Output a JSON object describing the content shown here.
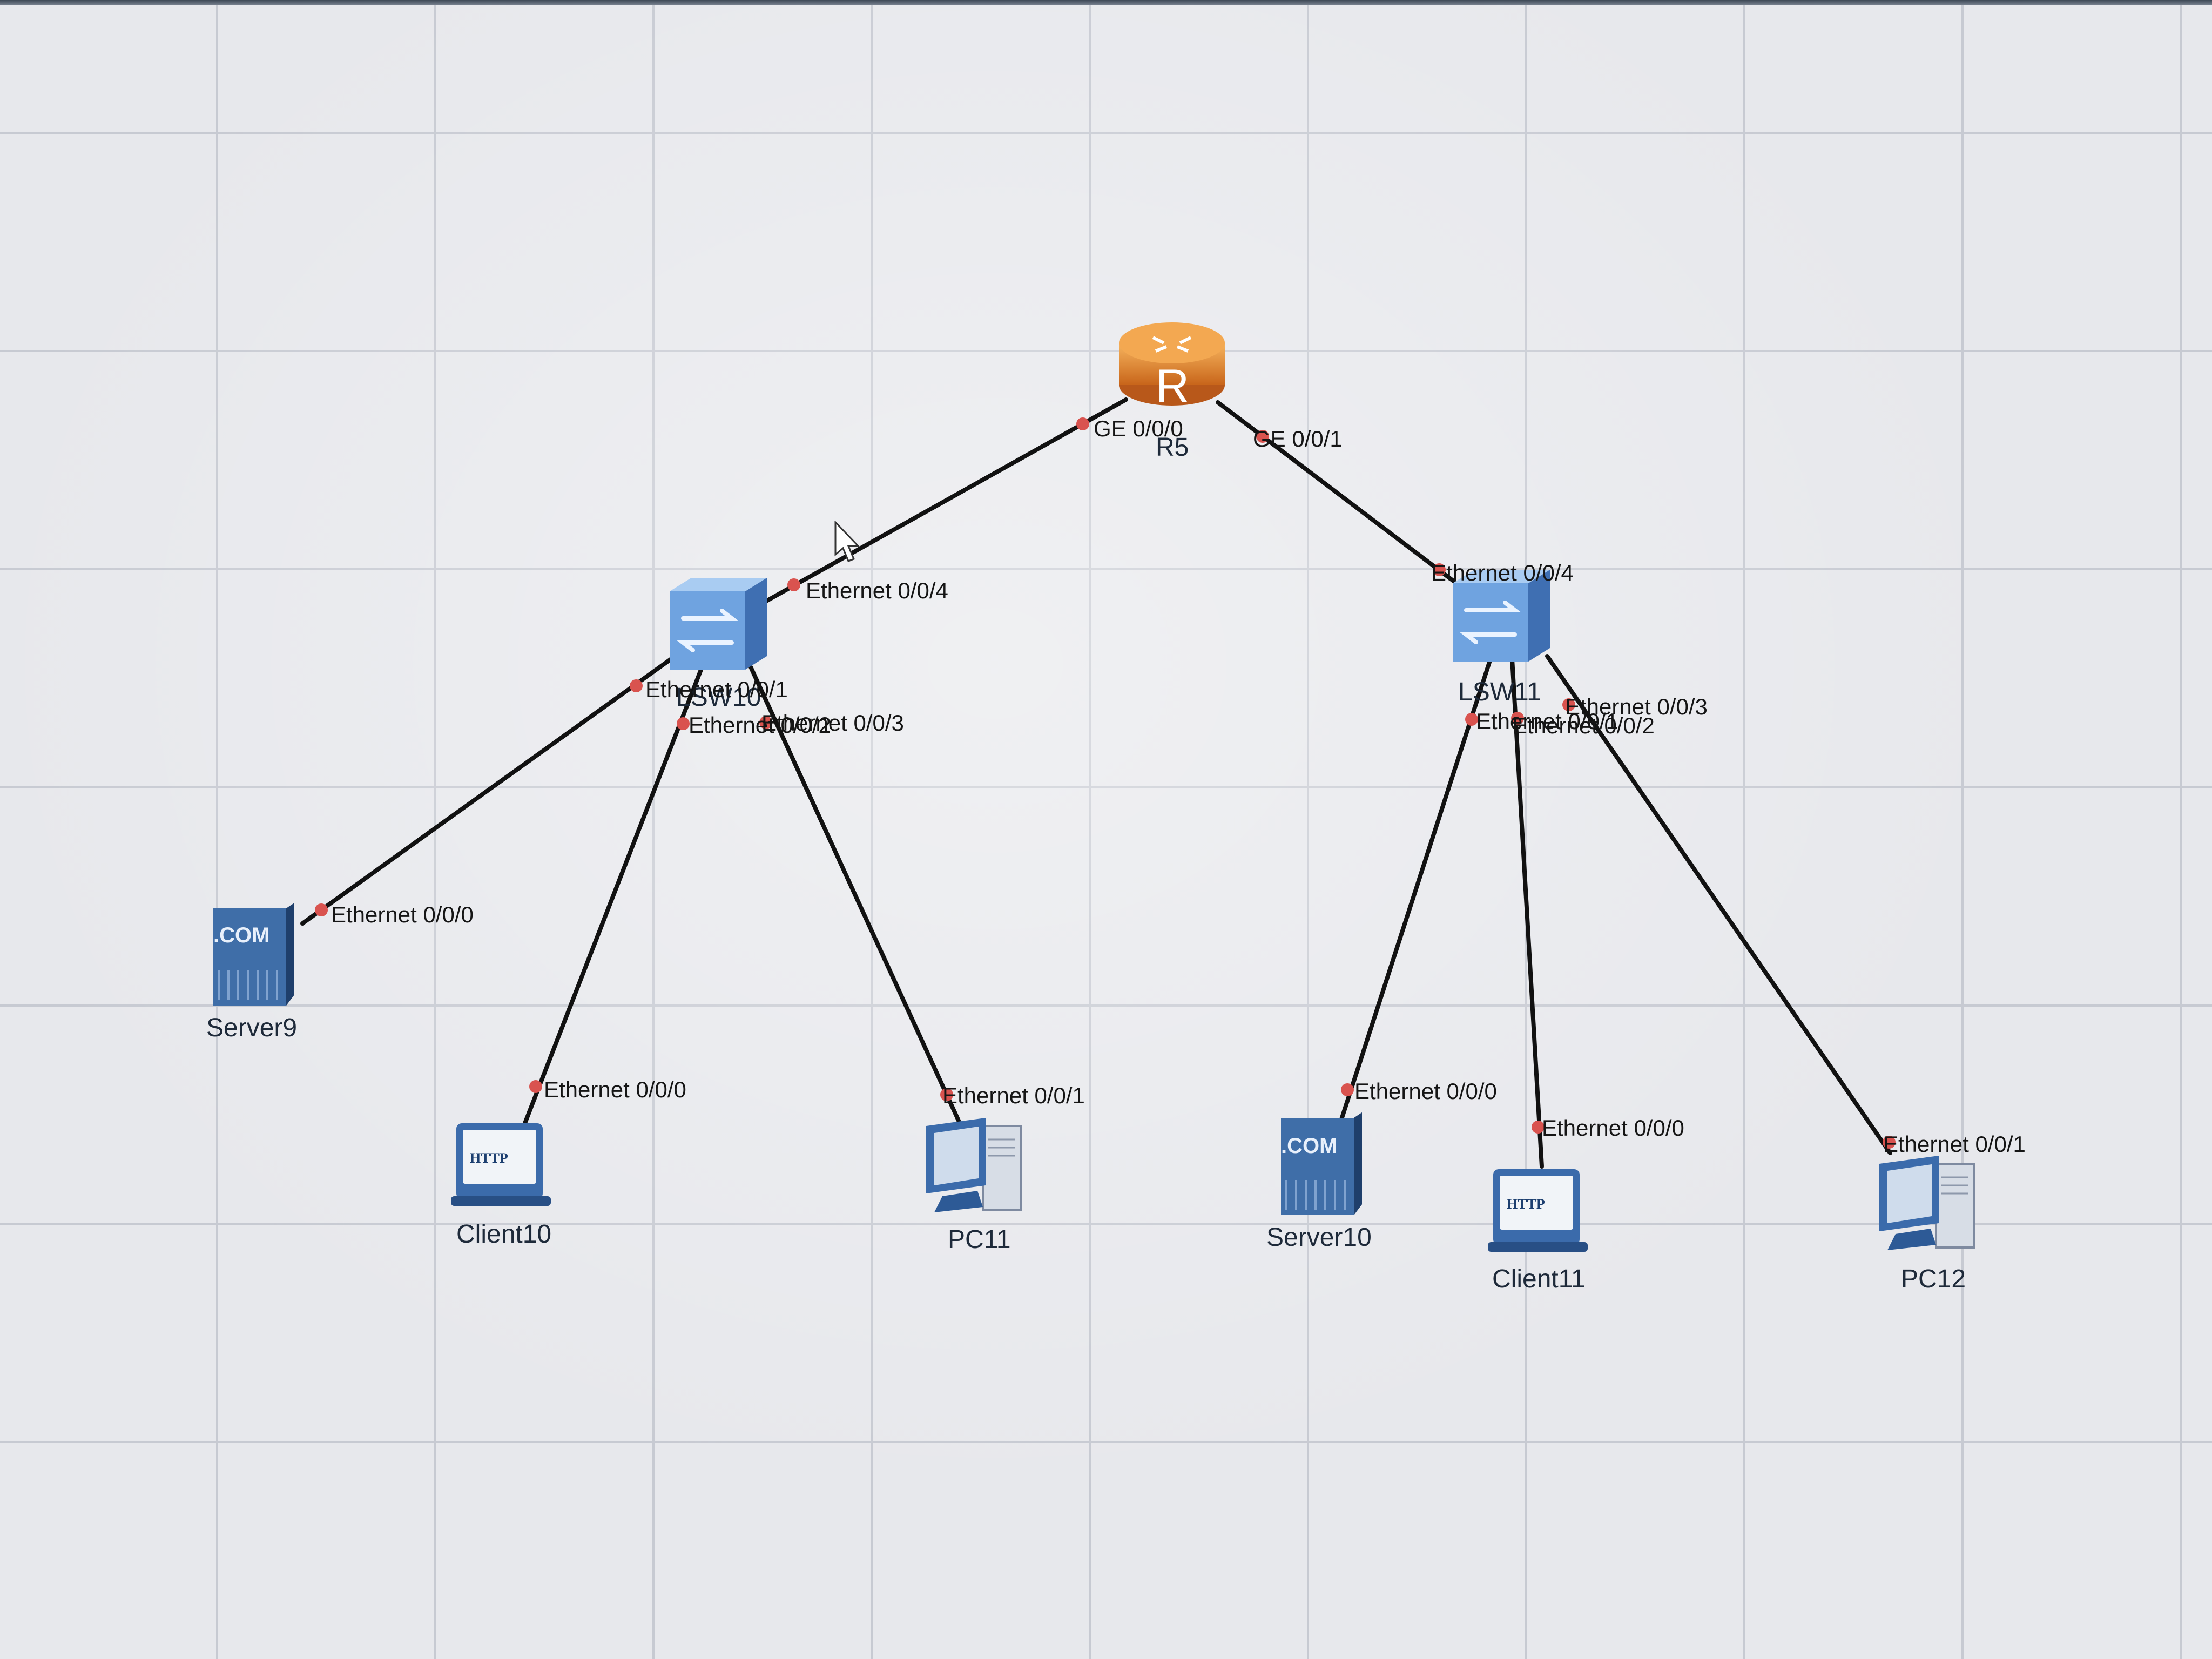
{
  "devices": {
    "r5": "R5",
    "lsw10": "LSW10",
    "lsw11": "LSW11",
    "server9": "Server9",
    "client10": "Client10",
    "pc11": "PC11",
    "server10": "Server10",
    "client11": "Client11",
    "pc12": "PC12"
  },
  "ports": {
    "r5_ge000": "GE 0/0/0",
    "r5_ge001": "GE 0/0/1",
    "lsw10_e004": "Ethernet 0/0/4",
    "lsw10_e001": "Ethernet 0/0/1",
    "lsw10_e002": "Ethernet 0/0/2",
    "lsw10_e003": "Ethernet 0/0/3",
    "server9_e000": "Ethernet 0/0/0",
    "client10_e000": "Ethernet 0/0/0",
    "pc11_e001": "Ethernet 0/0/1",
    "lsw11_e004": "Ethernet 0/0/4",
    "lsw11_e001": "Ethernet 0/0/1",
    "lsw11_e002": "Ethernet 0/0/2",
    "lsw11_e003": "Ethernet 0/0/3",
    "server10_e000": "Ethernet 0/0/0",
    "client11_e000": "Ethernet 0/0/0",
    "pc12_e001": "Ethernet 0/0/1"
  },
  "icon_text": {
    "router": "R",
    "server": ".COM",
    "client": "HTTP"
  },
  "colors": {
    "link": "#111111",
    "port_dot": "#d9534f",
    "router": "#e08a2e",
    "device_blue": "#4d7fc0"
  }
}
